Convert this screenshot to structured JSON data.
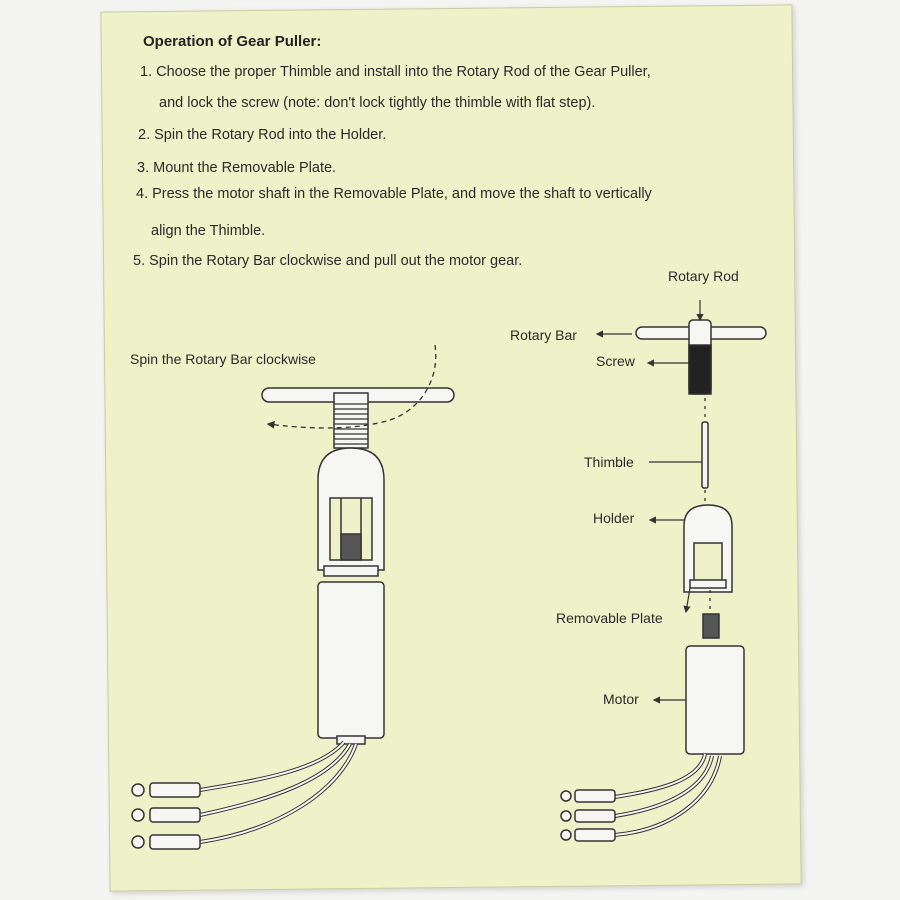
{
  "document": {
    "title": "Operation of Gear Puller:",
    "steps": [
      "1. Choose the proper Thimble and install into the Rotary Rod of the Gear Puller,",
      "and lock the screw (note: don't lock tightly the thimble with flat step).",
      "2. Spin the Rotary Rod into the Holder.",
      "3. Mount the Removable Plate.",
      "4. Press the motor shaft in the Removable Plate, and move the shaft to vertically",
      "align the Thimble.",
      "5. Spin the Rotary Bar clockwise and pull out the motor gear."
    ]
  },
  "assembled_diagram": {
    "caption": "Spin the Rotary Bar clockwise"
  },
  "exploded_diagram": {
    "labels": {
      "rotary_rod": "Rotary Rod",
      "rotary_bar": "Rotary Bar",
      "screw": "Screw",
      "thimble": "Thimble",
      "holder": "Holder",
      "removable_plate": "Removable Plate",
      "motor": "Motor"
    }
  },
  "colors": {
    "paper": "#eef2c8",
    "ink": "#2a2a2a",
    "part_fill": "#f6f6f2"
  }
}
